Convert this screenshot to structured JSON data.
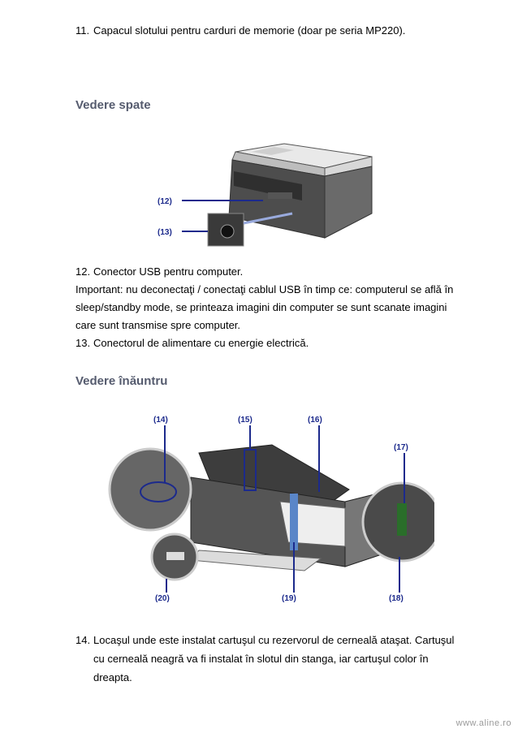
{
  "items": {
    "item11": {
      "num": "11.",
      "text": "Capacul slotului pentru carduri de memorie (doar pe seria MP220)."
    },
    "item12": {
      "num": "12.",
      "text": "Conector USB pentru computer."
    },
    "important": "Important: nu deconectaţi / conectaţi cablul USB în timp ce: computerul se află în sleep/standby mode, se printeaza imagini din computer se sunt scanate imagini care sunt transmise spre computer.",
    "item13": {
      "num": "13.",
      "text": "Conectorul de alimentare cu energie electrică."
    },
    "item14": {
      "num": "14.",
      "text": "Locaşul unde este instalat cartuşul cu rezervorul de cerneală ataşat. Cartuşul cu cerneală neagră va fi instalat în slotul din stanga, iar cartuşul color în dreapta."
    }
  },
  "headings": {
    "back_view": "Vedere spate",
    "inside_view": "Vedere înăuntru"
  },
  "callouts": {
    "c12": "(12)",
    "c13": "(13)",
    "c14": "(14)",
    "c15": "(15)",
    "c16": "(16)",
    "c17": "(17)",
    "c18": "(18)",
    "c19": "(19)",
    "c20": "(20)"
  },
  "footer": "www.aline.ro",
  "colors": {
    "heading": "#555b6e",
    "callout": "#1c2a8c",
    "printer_gray": "#4a4a4a"
  }
}
